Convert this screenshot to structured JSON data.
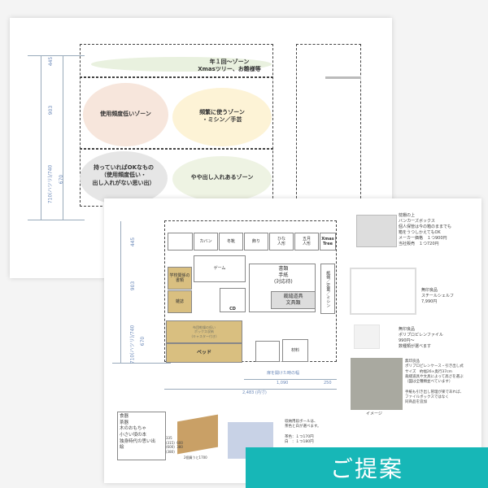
{
  "sheet1": {
    "dims": [
      "445",
      "903",
      "710(ハツリ)/740",
      "670"
    ],
    "zones": [
      {
        "label": "年１回〜ゾーン\nXmasツリー、お雛様等",
        "color": "#e9f1df"
      },
      {
        "label": "使用頻度低いゾーン",
        "color": "#f7e6dc"
      },
      {
        "label": "頻繁に使うゾーン\n・ミシン／手芸",
        "color": "#fdf3d6"
      },
      {
        "label": "持っていればOKなもの\n（使用頻度低い・\n出し入れがない思い出）",
        "color": "#e6e6e6"
      },
      {
        "label": "やや出し入れあるゾーン",
        "color": "#eef3e3"
      }
    ]
  },
  "sheet2": {
    "dims": [
      "445",
      "903",
      "710(ハツリ)/740",
      "670"
    ],
    "top_shelf": [
      "カバン",
      "冬靴",
      "飾り",
      "ひな\n人形",
      "五月\n人形",
      "Xmas\nTree"
    ],
    "left_boxes": [
      "学校関係の\n書類",
      "雑誌"
    ],
    "game": "ゲーム",
    "cd": "CD",
    "docs": "書類\n手紙\n(対応待)",
    "stationery": "裁縫道具\n文具類",
    "sewing": "紙袋／定量／ミシン",
    "bed_box": "布団乾燥の低い\nボックス収納\n(キャスター付き)",
    "bed": "ベッド",
    "material": "材料",
    "door_width_label": "扉を開けた時の幅",
    "width_1090": "1,090",
    "width_250": "250",
    "width_total": "2,483 (内寸)",
    "memo": "食器\n茶器\n木のおもちゃ\n小さい頃の本\n独身時代の思い出\n絵",
    "cardboard_dims": "335\n(315)  600\n(600)  380\n(380)",
    "cardboard_caption": "2個買うと1700",
    "cardboard_note": "収納用段ボールは、\n茶色と白が選べます。\n\n茶色：１つ170円\n白　：１つ180円",
    "products": [
      {
        "name": "bankers-box",
        "text": "枕棚の上\nバンカーズボックス\n個人保管は今の箱のままでも\n箱をうつしかえてもOK\nメーカー価格　１つ900円\n当社販売　１つ720円"
      },
      {
        "name": "steel-shelf",
        "text": "無印良品\nスチールシェルフ\n7,990円"
      },
      {
        "name": "pp-file",
        "text": "無印良品\nポリプロピレンファイル\n990円〜\n数種類が選べます"
      },
      {
        "name": "pp-case",
        "text": "無印良品\nポリプロピレンケース・引き出し式\nサイズ　約幅26×奥行37cm\n裁縫道具や文具によって高さを選ぶ\n（図は全種類並べています）\n\n手紙も引き出し管理が楽であれば、\nファイルボックスではなく\n同商品を追加"
      }
    ],
    "image_caption": "イメージ"
  },
  "banner": "ご提案"
}
